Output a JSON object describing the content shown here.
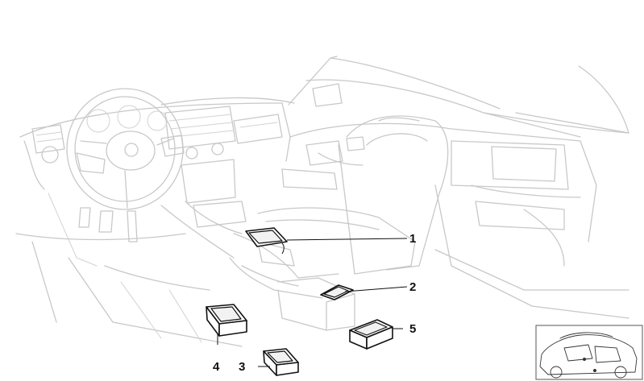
{
  "callouts": [
    {
      "id": "1",
      "label": "1"
    },
    {
      "id": "2",
      "label": "2"
    },
    {
      "id": "3",
      "label": "3"
    },
    {
      "id": "4",
      "label": "4"
    },
    {
      "id": "5",
      "label": "5"
    }
  ],
  "thumbnail": {
    "icon": "car-outline-icon"
  }
}
